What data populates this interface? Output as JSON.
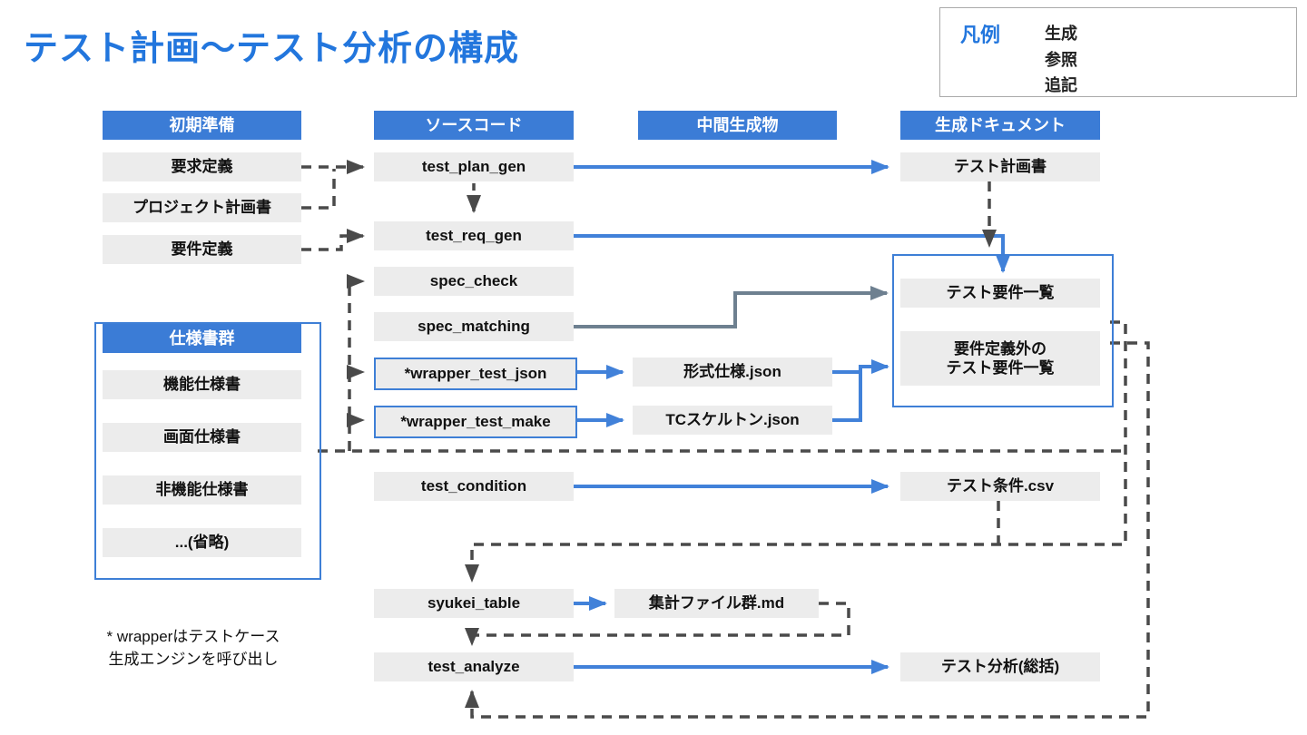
{
  "title": "テスト計画～テスト分析の構成",
  "legend": {
    "title": "凡例",
    "items": [
      {
        "label": "生成",
        "style": "blue-solid"
      },
      {
        "label": "参照",
        "style": "dark-dashed"
      },
      {
        "label": "追記",
        "style": "gray-solid"
      }
    ]
  },
  "columns": {
    "col1_header": "初期準備",
    "col2_header": "ソースコード",
    "col3_header": "中間生成物",
    "col4_header": "生成ドキュメント"
  },
  "nodes": {
    "yokyu_teigi": "要求定義",
    "project_keikaku": "プロジェクト計画書",
    "yoken_teigi": "要件定義",
    "shiyousho_gun": "仕様書群",
    "kinou_shiyousho": "機能仕様書",
    "gamen_shiyousho": "画面仕様書",
    "hikinou_shiyousho": "非機能仕様書",
    "shoryaku": "...(省略)",
    "test_plan_gen": "test_plan_gen",
    "test_req_gen": "test_req_gen",
    "spec_check": "spec_check",
    "spec_matching": "spec_matching",
    "wrapper_test_json": "*wrapper_test_json",
    "wrapper_test_make": "*wrapper_test_make",
    "test_condition": "test_condition",
    "syukei_table": "syukei_table",
    "test_analyze": "test_analyze",
    "keishiki_shiyou_json": "形式仕様.json",
    "tc_skeleton_json": "TCスケルトン.json",
    "syukei_file_md": "集計ファイル群.md",
    "test_keikakusho": "テスト計画書",
    "test_youken_ichiran": "テスト要件一覧",
    "youken_gai_ichiran": "要件定義外の\nテスト要件一覧",
    "test_jouken_csv": "テスト条件.csv",
    "test_bunseki": "テスト分析(総括)"
  },
  "footnote": "* wrapperはテストケース\n生成エンジンを呼び出し",
  "colors": {
    "accent_blue": "#2276dd",
    "header_bg": "#3b7cd6",
    "box_bg": "#ececec",
    "arrow_blue": "#4181d9",
    "arrow_dark": "#4a4a4a",
    "arrow_gray": "#6e8090"
  }
}
